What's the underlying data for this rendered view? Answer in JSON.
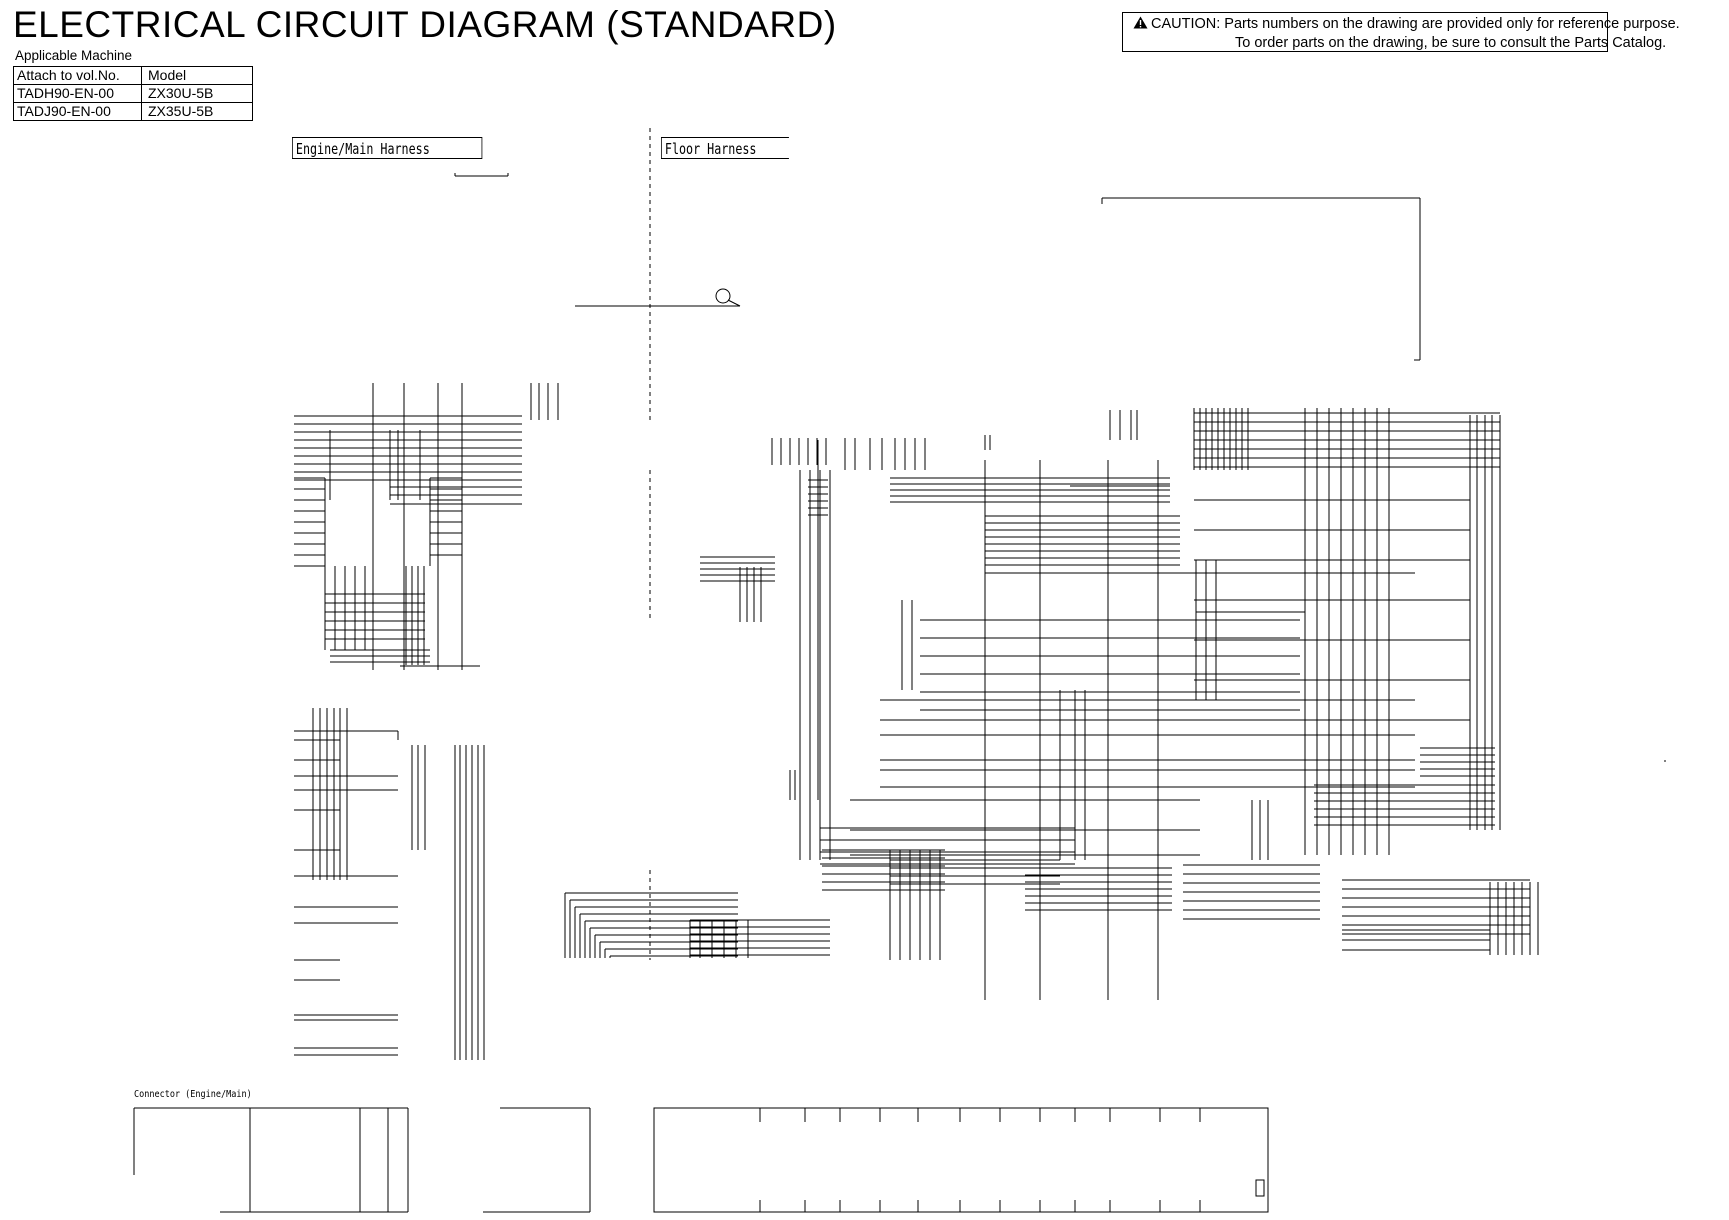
{
  "header": {
    "title": "ELECTRICAL CIRCUIT DIAGRAM (STANDARD)",
    "caution_line1": "CAUTION: Parts numbers on the drawing are provided only for reference purpose.",
    "caution_line2": "To order parts on the drawing, be sure to consult the Parts Catalog.",
    "caution_icon": "warning-triangle-icon"
  },
  "applicable": {
    "label": "Applicable Machine",
    "columns": [
      "Attach to vol.No.",
      "Model"
    ],
    "rows": [
      [
        "TADH90-EN-00",
        "ZX30U-5B"
      ],
      [
        "TADJ90-EN-00",
        "ZX35U-5B"
      ]
    ]
  },
  "harness": {
    "engine_main": "Engine/Main Harness",
    "floor": "Floor Harness"
  },
  "connector": {
    "engine_main": "Connector (Engine/Main)"
  }
}
